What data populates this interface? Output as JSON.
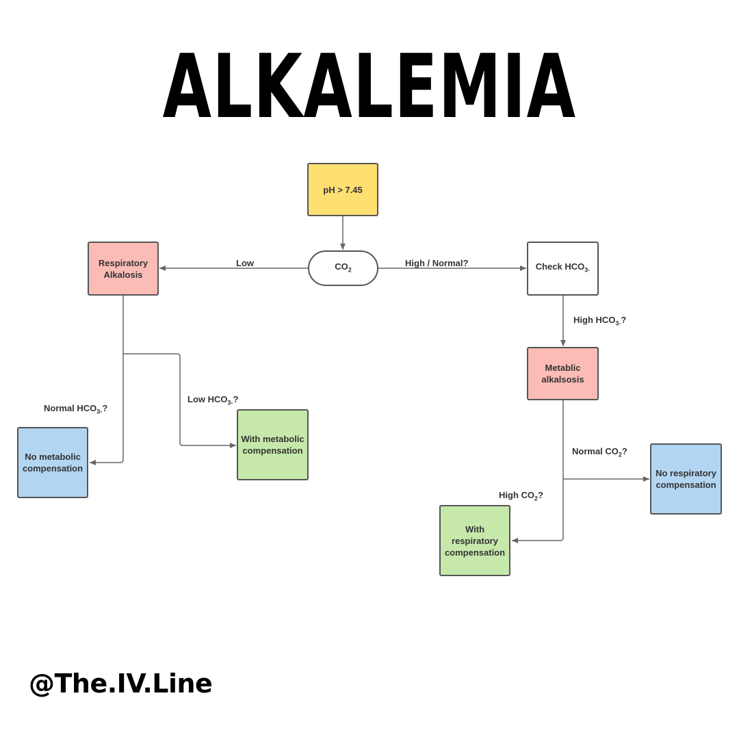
{
  "title": "ALKALEMIA",
  "footer_handle": "@The.IV.Line",
  "colors": {
    "yellow": "#fedf72",
    "red": "#fbbcb6",
    "green": "#c7e8ab",
    "blue": "#b2d5f2",
    "white": "#ffffff",
    "stroke": "#555555"
  },
  "nodes": {
    "ph": {
      "label": "pH > 7.45",
      "color": "yellow"
    },
    "co2": {
      "label_main": "CO",
      "label_sub": "2",
      "color": "white"
    },
    "resp_alk": {
      "label": "Respiratory Alkalosis",
      "color": "red"
    },
    "check_hco3": {
      "label_main": "Check HCO",
      "label_sub": "3-",
      "color": "white"
    },
    "met_alk": {
      "label": "Metablic alkalsosis",
      "color": "red"
    },
    "no_met_comp": {
      "label": "No metabolic compensation",
      "color": "blue"
    },
    "with_met_comp": {
      "label": "With metabolic compensation",
      "color": "green"
    },
    "no_resp_comp": {
      "label": "No respiratory compensation",
      "color": "blue"
    },
    "with_resp_comp": {
      "label": "With respiratory compensation",
      "color": "green"
    }
  },
  "edge_labels": {
    "low": {
      "main": "Low"
    },
    "high_normal": {
      "main": "High / Normal?"
    },
    "high_hco3": {
      "main": "High HCO",
      "sub": "3-",
      "tail": "?"
    },
    "normal_hco3": {
      "main": "Normal HCO",
      "sub": "3-",
      "tail": "?"
    },
    "low_hco3": {
      "main": "Low HCO",
      "sub": "3-",
      "tail": "?"
    },
    "normal_co2": {
      "main": "Normal CO",
      "sub": "2",
      "tail": "?"
    },
    "high_co2": {
      "main": "High CO",
      "sub": "2",
      "tail": "?"
    }
  }
}
